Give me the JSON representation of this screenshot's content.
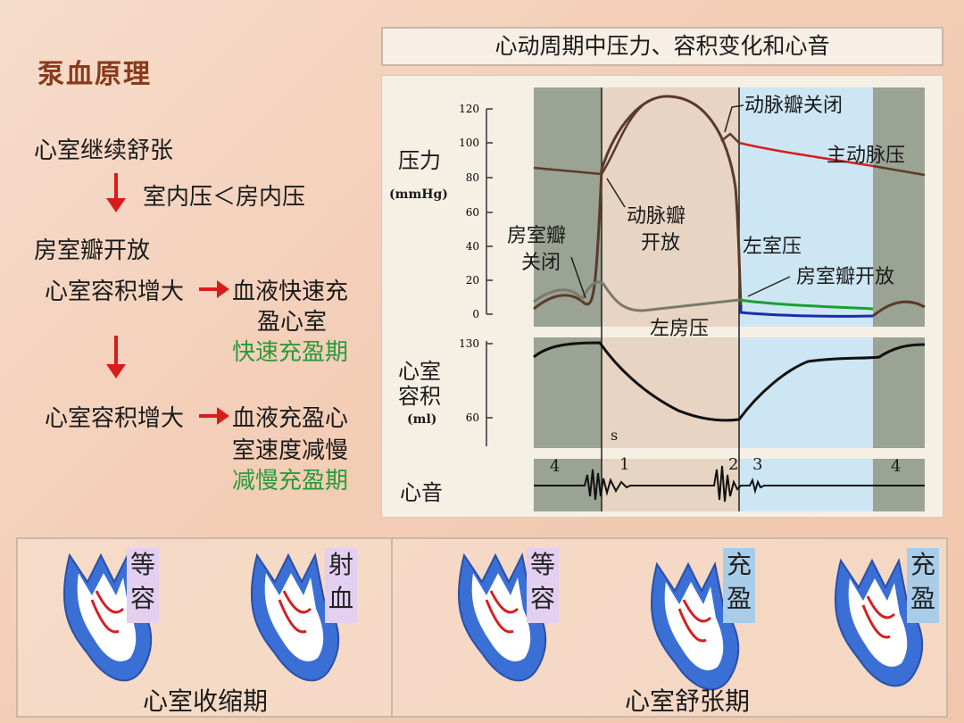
{
  "left": {
    "title": "泵血原理",
    "lines": {
      "l1": "心室继续舒张",
      "l2": "室内压＜房内压",
      "l3": "房室瓣开放",
      "l4a": "心室容积增大",
      "l4b": "血液快速充",
      "l4c": "盈心室",
      "l4d": "快速充盈期",
      "l5a": "心室容积增大",
      "l5b": "血液充盈心",
      "l5c": "室速度减慢",
      "l5d": "减慢充盈期"
    }
  },
  "diagram": {
    "title": "心动周期中压力、容积变化和心音",
    "pressure_label": "压力",
    "pressure_unit": "(mmHg)",
    "pressure_ticks": [
      "120",
      "100",
      "80",
      "60",
      "40",
      "20",
      "0"
    ],
    "volume_label_1": "心室",
    "volume_label_2": "容积",
    "volume_unit": "(ml)",
    "volume_ticks": [
      "130",
      "60"
    ],
    "sound_label": "心音",
    "annotations": {
      "aortic_close": "动脉瓣关闭",
      "aortic_pressure": "主动脉压",
      "aortic_open_1": "动脉瓣",
      "aortic_open_2": "开放",
      "av_close_1": "房室瓣",
      "av_close_2": "关闭",
      "lv_pressure": "左室压",
      "av_open": "房室瓣开放",
      "la_pressure": "左房压",
      "s_mark": "s",
      "sound_4a": "4",
      "sound_1": "1",
      "sound_2": "2",
      "sound_3": "3",
      "sound_4b": "4"
    },
    "colors": {
      "aortic": "#d42020",
      "lv": "#1a2ab0",
      "la_fill": "#1aa030",
      "curve": "#5a3a2a"
    }
  },
  "bottom": {
    "tags": [
      "等容",
      "射血",
      "等容",
      "充盈",
      "充盈"
    ],
    "phase_left": "心室收缩期",
    "phase_right": "心室舒张期"
  }
}
